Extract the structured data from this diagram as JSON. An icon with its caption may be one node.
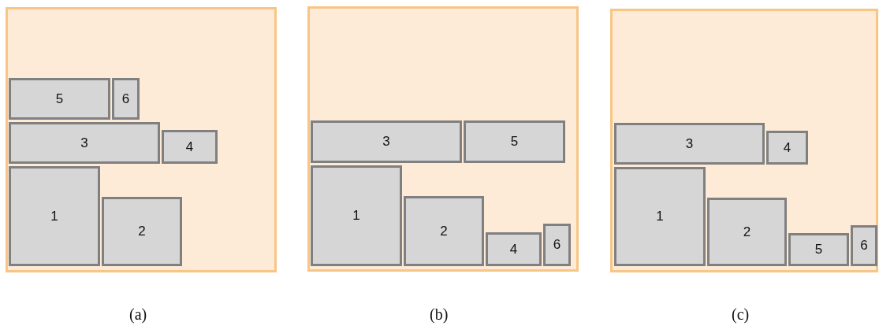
{
  "diagram": {
    "nodes": [
      {
        "text": [],
        "shape": "box",
        "beside": [
          "(a)"
        ]
      },
      {
        "text": [
          "5"
        ],
        "in": 0
      },
      {
        "text": [
          "6"
        ],
        "in": 0
      },
      {
        "text": [
          "3"
        ],
        "in": 0
      },
      {
        "text": [
          "4"
        ],
        "in": 0
      },
      {
        "text": [
          "1"
        ],
        "in": 0
      },
      {
        "text": [
          "2"
        ],
        "in": 0
      },
      {
        "text": [],
        "shape": "box",
        "beside": [
          "(b)"
        ]
      },
      {
        "text": [
          "3"
        ],
        "in": 7
      },
      {
        "text": [
          "5"
        ],
        "in": 7
      },
      {
        "text": [
          "1"
        ],
        "in": 7
      },
      {
        "text": [
          "2"
        ],
        "in": 7
      },
      {
        "text": [
          "4"
        ],
        "in": 7
      },
      {
        "text": [
          "6"
        ],
        "in": 7
      },
      {
        "text": [],
        "shape": "box",
        "beside": [
          "(c)"
        ]
      },
      {
        "text": [
          "3"
        ],
        "in": 14
      },
      {
        "text": [
          "4"
        ],
        "in": 14
      },
      {
        "text": [
          "1"
        ],
        "in": 14
      },
      {
        "text": [
          "2"
        ],
        "in": 14
      },
      {
        "text": [
          "5"
        ],
        "in": 14
      },
      {
        "text": [
          "6"
        ],
        "in": 14
      }
    ],
    "edges": []
  }
}
